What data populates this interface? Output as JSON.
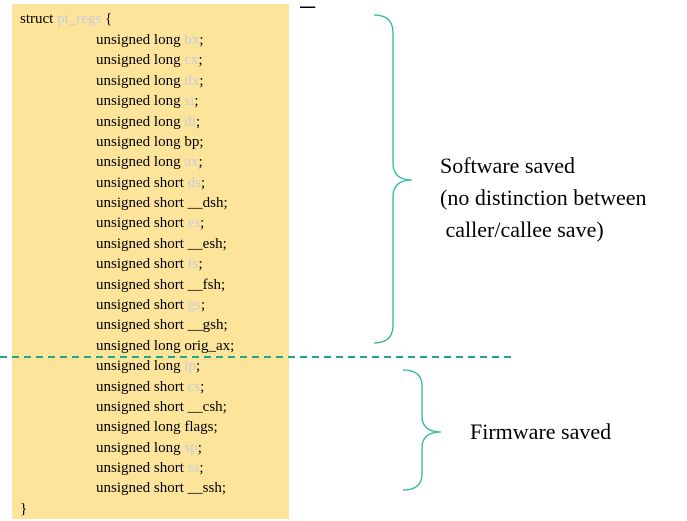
{
  "slide": {
    "title_fragment": "_",
    "struct_open": {
      "keyword": "struct",
      "name": "pt_regs",
      "brace": "{"
    },
    "struct_close": "}",
    "fields": [
      {
        "type": "unsigned long",
        "name": "bx",
        "faded": true
      },
      {
        "type": "unsigned long",
        "name": "cx",
        "faded": true
      },
      {
        "type": "unsigned long",
        "name": "dx",
        "faded": true
      },
      {
        "type": "unsigned long",
        "name": "si",
        "faded": true
      },
      {
        "type": "unsigned long",
        "name": "di",
        "faded": true
      },
      {
        "type": "unsigned long",
        "name": "bp",
        "faded": false
      },
      {
        "type": "unsigned long",
        "name": "ax",
        "faded": true
      },
      {
        "type": "unsigned short",
        "name": "ds",
        "faded": true
      },
      {
        "type": "unsigned short",
        "name": "__dsh",
        "faded": false
      },
      {
        "type": "unsigned short",
        "name": "es",
        "faded": true
      },
      {
        "type": "unsigned short",
        "name": "__esh",
        "faded": false
      },
      {
        "type": "unsigned short",
        "name": "fs",
        "faded": true
      },
      {
        "type": "unsigned short",
        "name": "__fsh",
        "faded": false
      },
      {
        "type": "unsigned short",
        "name": "gs",
        "faded": true
      },
      {
        "type": "unsigned short",
        "name": "__gsh",
        "faded": false
      },
      {
        "type": "unsigned long",
        "name": "orig_ax",
        "faded": false
      },
      {
        "type": "unsigned long",
        "name": "ip",
        "faded": true
      },
      {
        "type": "unsigned short",
        "name": "cs",
        "faded": true
      },
      {
        "type": "unsigned short",
        "name": "__csh",
        "faded": false
      },
      {
        "type": "unsigned long",
        "name": "flags",
        "faded": false
      },
      {
        "type": "unsigned long",
        "name": "sp",
        "faded": true
      },
      {
        "type": "unsigned short",
        "name": "ss",
        "faded": true
      },
      {
        "type": "unsigned short",
        "name": "__ssh",
        "faded": false
      }
    ],
    "software_saved": {
      "lines": [
        "Software saved",
        "(no distinction between",
        " caller/callee save)"
      ]
    },
    "firmware_saved": {
      "label": "Firmware saved"
    },
    "colors": {
      "code_background": "#fde49b",
      "brace": "#2fb79a",
      "divider": "#1aaa8a",
      "faded_identifier": "#c7ccdc"
    }
  }
}
